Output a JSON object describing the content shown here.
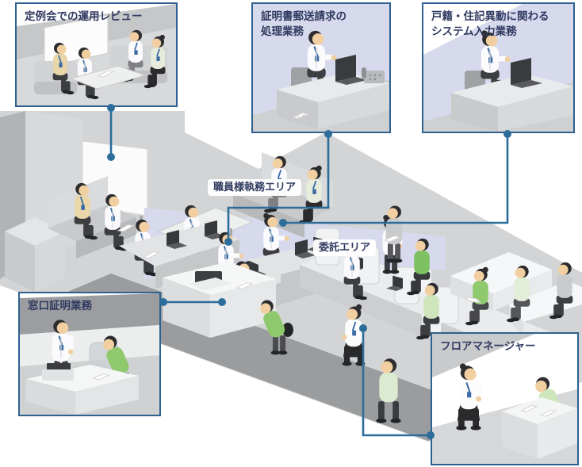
{
  "figure": {
    "callouts": [
      {
        "id": "meeting-review",
        "title": "定例会での運用レビュー"
      },
      {
        "id": "mail-request-processing",
        "title": "証明書郵送請求の\n処理業務"
      },
      {
        "id": "system-input",
        "title": "戸籍・住記異動に関わる\nシステム入力業務"
      },
      {
        "id": "window-certificate",
        "title": "窓口証明業務"
      },
      {
        "id": "floor-manager",
        "title": "フロアマネージャー"
      }
    ],
    "area_labels": [
      {
        "id": "staff-work-area",
        "text": "職員様執務エリア"
      },
      {
        "id": "consignment-area",
        "text": "委託エリア"
      }
    ],
    "colors": {
      "callout_border": "#2e6090",
      "connector": "#2c6d9b",
      "label_text": "#2f3a5f",
      "lavender_panel": "#d7d9ed",
      "floor_gray": "#d3d4d5",
      "walkway_gray": "#9a9c9e",
      "accent_green": "#8cc96f"
    }
  }
}
